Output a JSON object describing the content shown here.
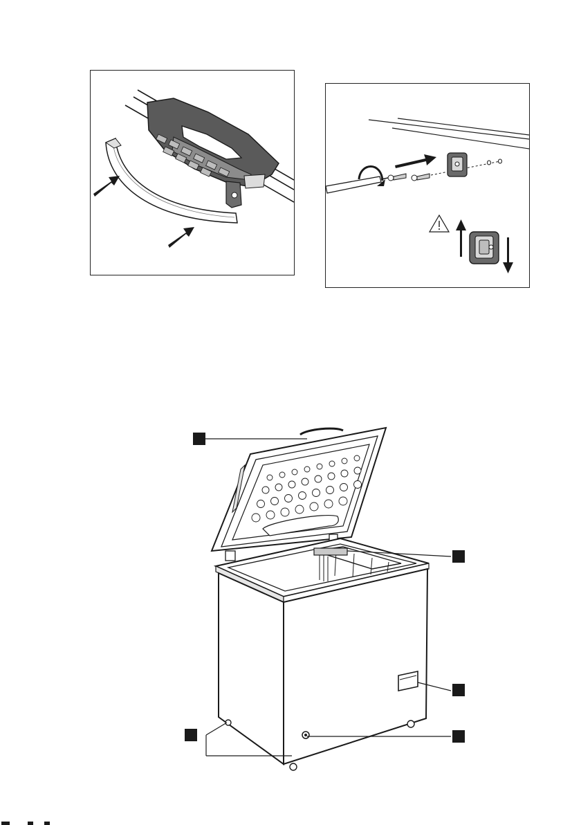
{
  "figures": {
    "handle_fitting": {
      "icons": [
        "arrow-icon",
        "arrow-icon"
      ]
    },
    "bracket_mounting": {
      "icons": [
        "screwdriver-icon",
        "rotate-arrow-icon",
        "arrow-icon",
        "warning-icon",
        "arrow-up-icon",
        "arrow-down-icon"
      ]
    },
    "appliance_overview": {
      "callouts": [
        "callout-lid-handle",
        "callout-basket",
        "callout-rating-plate",
        "callout-drain-plug",
        "callout-castors"
      ]
    }
  },
  "colors": {
    "line": "#1a1a1a",
    "grey": "#555555",
    "light_grey": "#9a9a9a",
    "callout_fill": "#1a1a1a",
    "background": "#ffffff"
  }
}
